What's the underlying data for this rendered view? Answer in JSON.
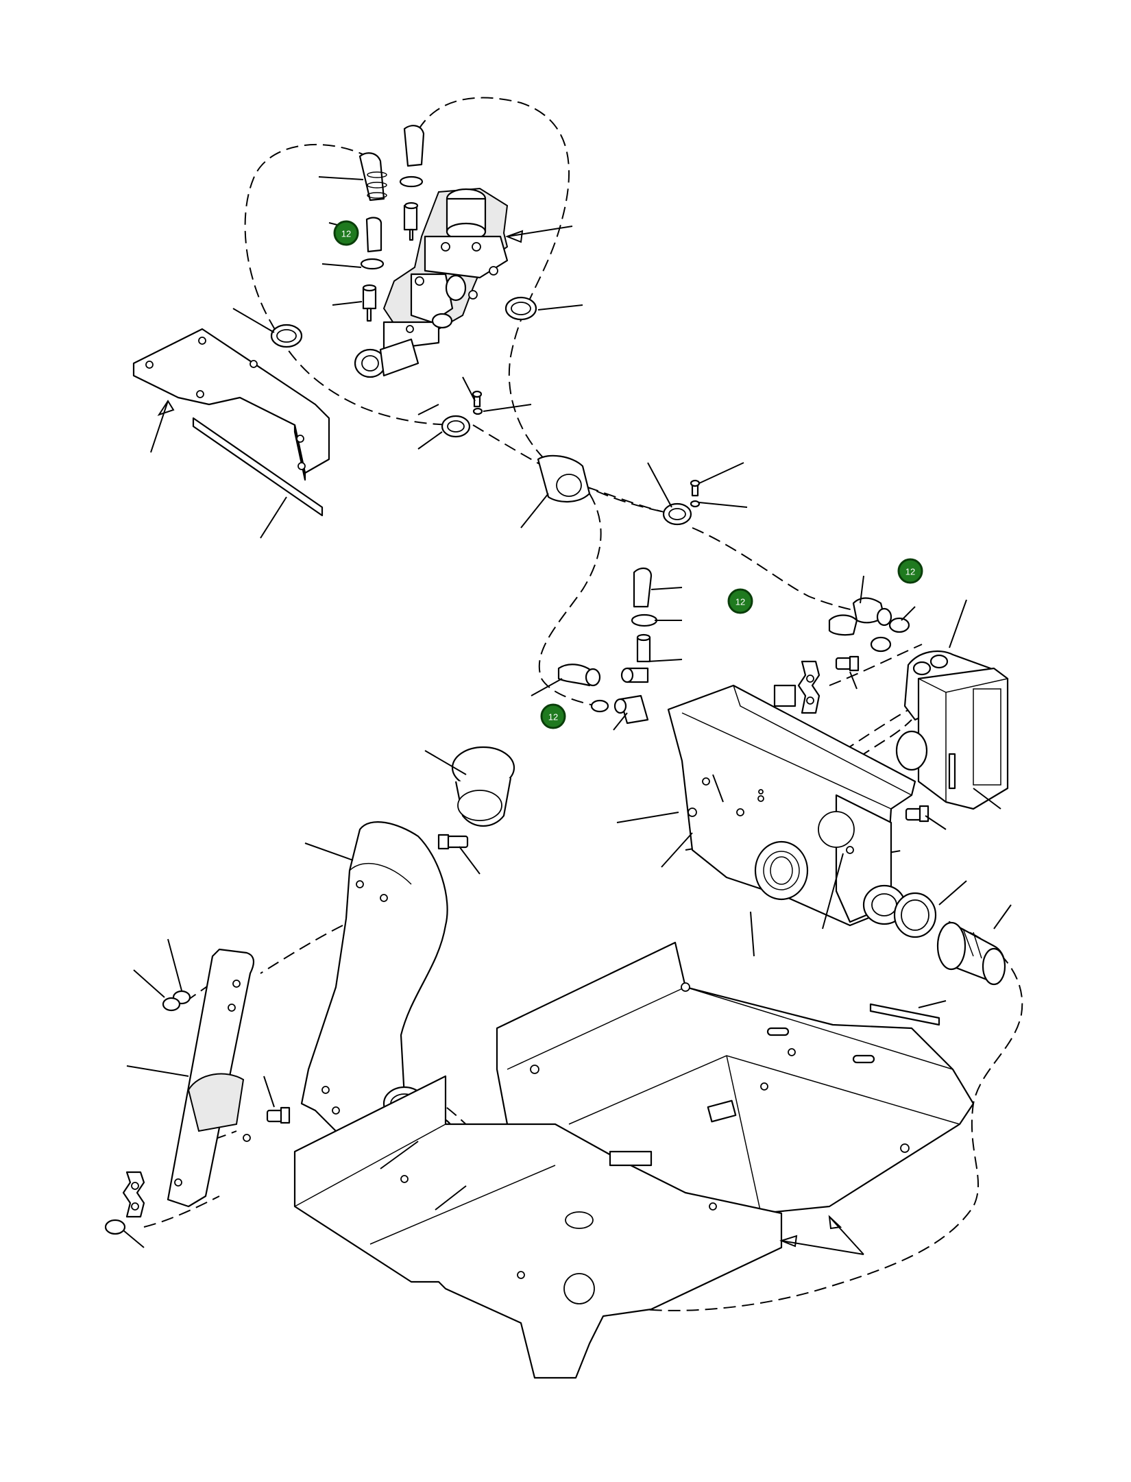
{
  "colors": {
    "line": "#000000",
    "background": "#ffffff",
    "badge_fill": "#1f7a1f",
    "badge_text": "#ffffff"
  },
  "badges": [
    {
      "label": "12"
    },
    {
      "label": "12"
    },
    {
      "label": "12"
    },
    {
      "label": "12"
    }
  ]
}
